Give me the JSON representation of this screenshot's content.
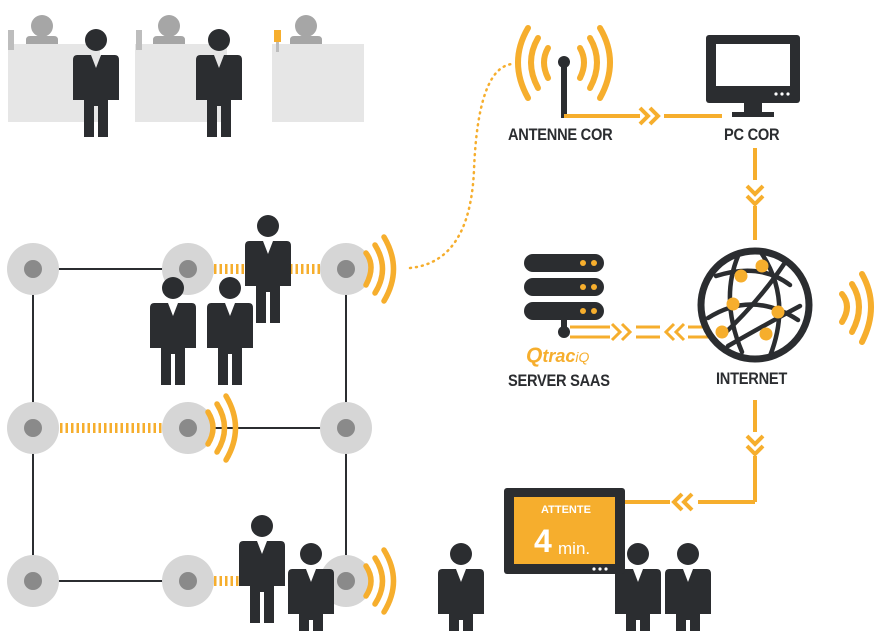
{
  "labels": {
    "antenna": "ANTENNE COR",
    "pc": "PC COR",
    "server": "SERVER SAAS",
    "internet": "INTERNET"
  },
  "brand": {
    "q": "Q",
    "trac": "trac",
    "iq": "iQ"
  },
  "display": {
    "title": "ATTENTE",
    "value": "4",
    "unit": "min."
  },
  "colors": {
    "accent": "#f6ae2d",
    "dark": "#2b2d30",
    "grey": "#a6a6a6",
    "light_grey": "#e6e6e6",
    "node": "#d6d6d6"
  },
  "icons": [
    "person-icon",
    "antenna-icon",
    "monitor-icon",
    "globe-network-icon",
    "server-icon",
    "wifi-signal-icon",
    "sensor-node-icon",
    "counter-desk-icon",
    "waiting-display-icon"
  ]
}
